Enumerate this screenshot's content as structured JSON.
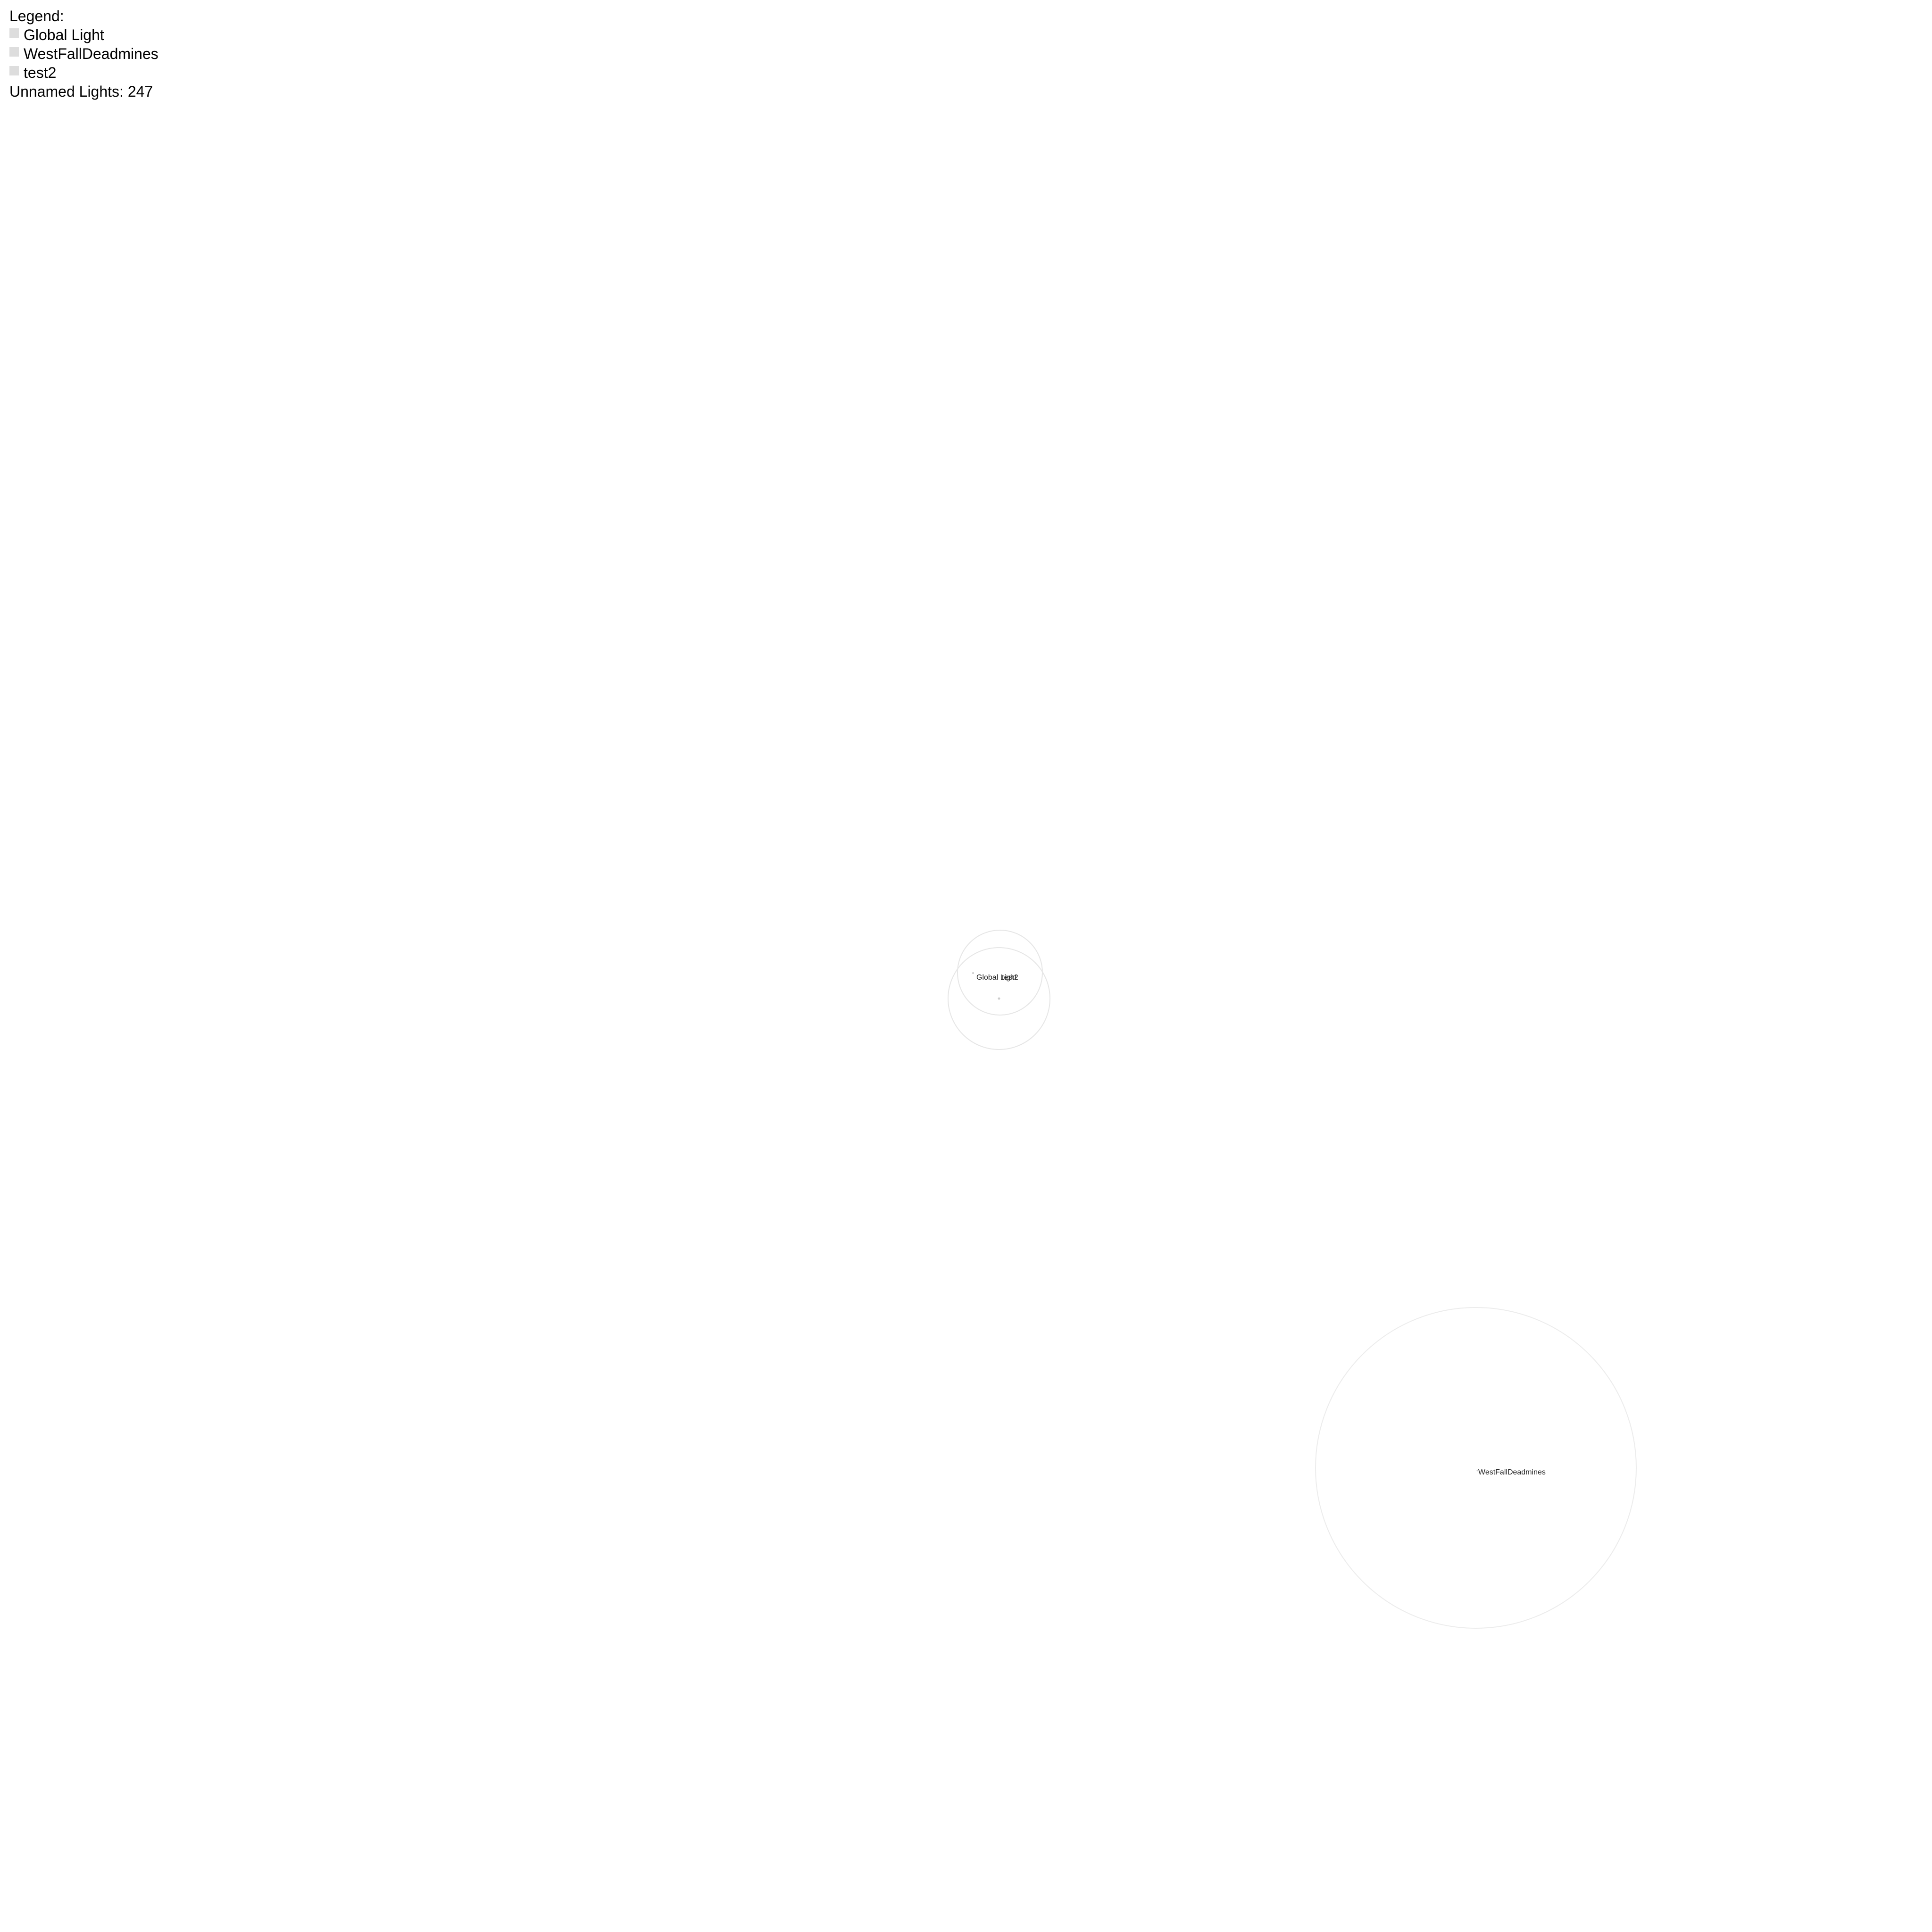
{
  "legend": {
    "title": "Legend:",
    "items": [
      {
        "label": "Global Light",
        "color": "#dddddd"
      },
      {
        "label": "WestFallDeadmines",
        "color": "#dddddd"
      },
      {
        "label": "test2",
        "color": "#dddddd"
      }
    ],
    "unnamed_text": "Unnamed Lights: 247"
  },
  "lights": [
    {
      "label": "Global Light"
    },
    {
      "label": "test2"
    },
    {
      "label": "WestFallDeadmines"
    }
  ],
  "colors": {
    "background": "#ffffff",
    "circle_stroke": "#e6e6e6",
    "swatch": "#dddddd",
    "label_text": "#222222"
  }
}
